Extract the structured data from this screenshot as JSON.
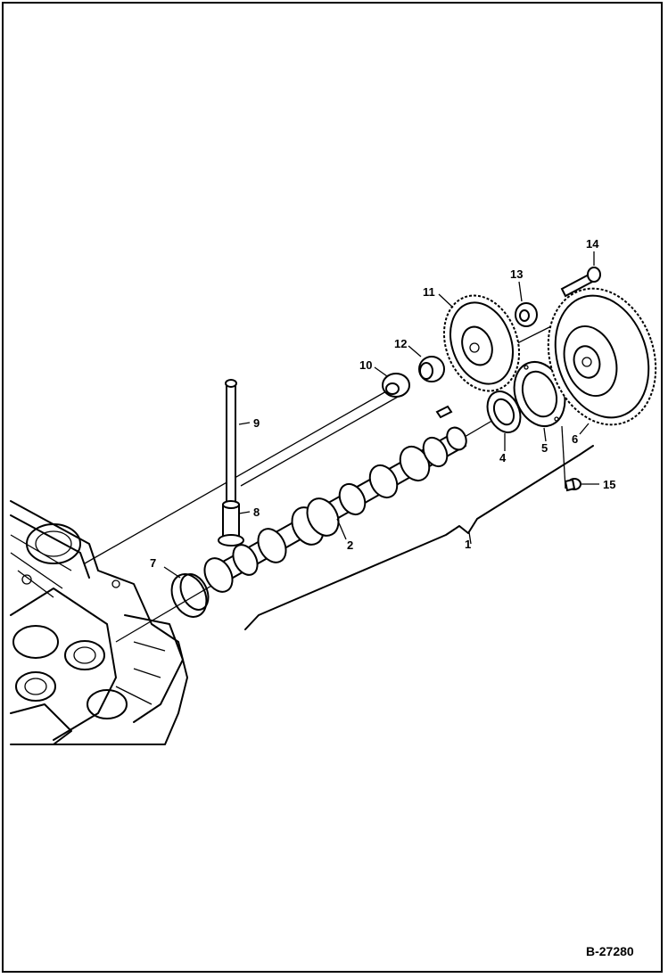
{
  "figure_code": "B-27280",
  "callouts": [
    {
      "id": "c1",
      "text": "1"
    },
    {
      "id": "c2",
      "text": "2"
    },
    {
      "id": "c4",
      "text": "4"
    },
    {
      "id": "c5",
      "text": "5"
    },
    {
      "id": "c6",
      "text": "6"
    },
    {
      "id": "c7",
      "text": "7"
    },
    {
      "id": "c8",
      "text": "8"
    },
    {
      "id": "c9",
      "text": "9"
    },
    {
      "id": "c10",
      "text": "10"
    },
    {
      "id": "c11",
      "text": "11"
    },
    {
      "id": "c12",
      "text": "12"
    },
    {
      "id": "c13",
      "text": "13"
    },
    {
      "id": "c14",
      "text": "14"
    },
    {
      "id": "c15",
      "text": "15"
    }
  ]
}
